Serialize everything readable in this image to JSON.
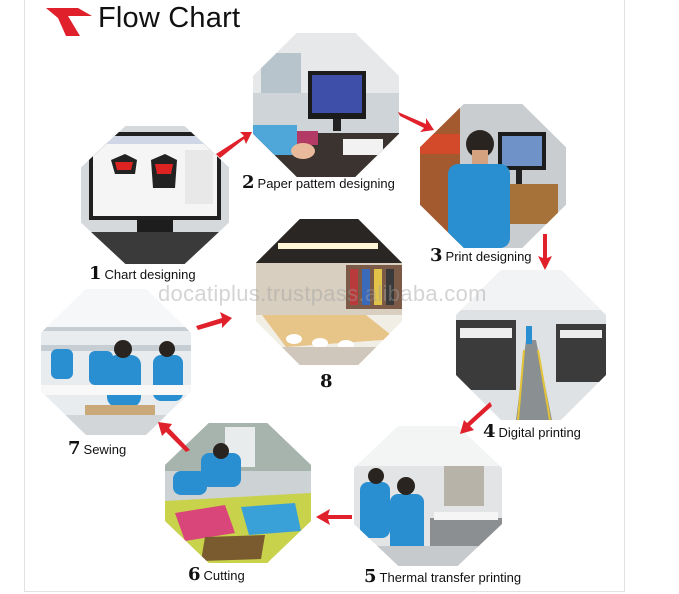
{
  "header": {
    "title": "Flow Chart",
    "brand_color": "#e0202a"
  },
  "watermark": "docatiplus.trustpass.alibaba.com",
  "center_step": {
    "number": "8"
  },
  "steps": [
    {
      "number": "1",
      "label": "Chart designing"
    },
    {
      "number": "2",
      "label": "Paper pattem designing"
    },
    {
      "number": "3",
      "label": "Print designing"
    },
    {
      "number": "4",
      "label": "Digital printing"
    },
    {
      "number": "5",
      "label": "Thermal transfer printing"
    },
    {
      "number": "6",
      "label": "Cutting"
    },
    {
      "number": "7",
      "label": "Sewing"
    }
  ],
  "arrow_color": "#e0202a"
}
